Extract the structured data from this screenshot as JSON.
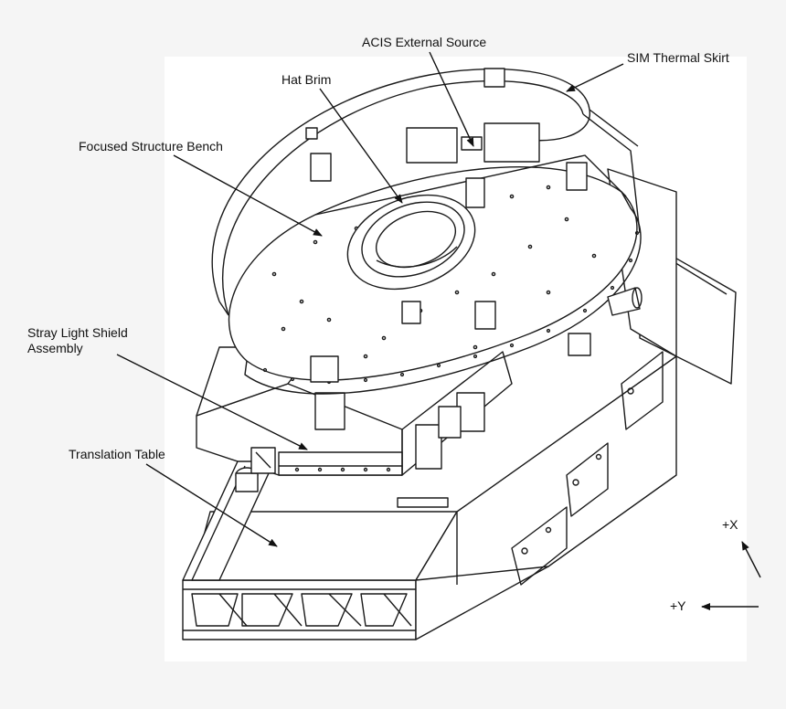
{
  "labels": {
    "acis_external_source": "ACIS External Source",
    "sim_thermal_skirt": "SIM Thermal Skirt",
    "hat_brim": "Hat Brim",
    "focused_structure_bench": "Focused Structure Bench",
    "stray_light_line1": "Stray Light Shield",
    "stray_light_line2": "Assembly",
    "translation_table": "Translation Table",
    "plus_x": "+X",
    "plus_y": "+Y"
  },
  "colors": {
    "background": "#f5f5f5",
    "drawing_panel": "#ffffff",
    "line": "#1a1a1a"
  }
}
